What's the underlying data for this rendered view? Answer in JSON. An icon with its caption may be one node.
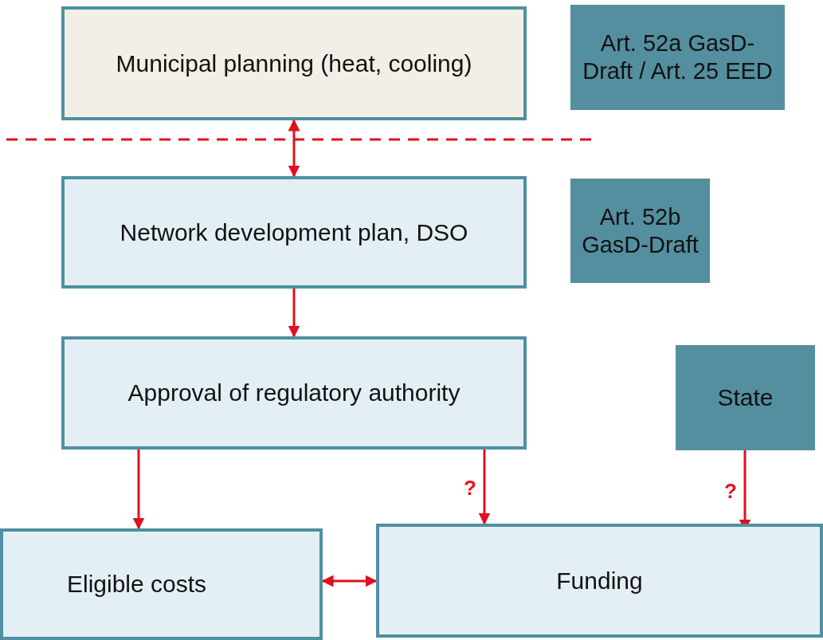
{
  "diagram": {
    "nodes": [
      {
        "text": [
          "Municipal planning (heat, cooling)"
        ]
      },
      {
        "text": [
          "Art. 52a GasD-Draft / Art. 25 EED"
        ]
      },
      {
        "text": [
          "Network development plan, DSO"
        ]
      },
      {
        "text": [
          "Art. 52b GasD-Draft"
        ]
      },
      {
        "text": [
          "Approval of regulatory authority"
        ]
      },
      {
        "text": [
          "State"
        ]
      },
      {
        "text": [
          "Eligible costs"
        ]
      },
      {
        "text": [
          "Funding"
        ]
      }
    ],
    "edges": [
      {
        "from": 0,
        "to": 2,
        "arrow": "both"
      },
      {
        "from": 2,
        "to": 4,
        "arrow": "to"
      },
      {
        "from": 4,
        "to": 6,
        "arrow": "to"
      },
      {
        "from": 4,
        "to": 7,
        "arrow": "to",
        "label": "?"
      },
      {
        "from": 5,
        "to": 7,
        "arrow": "to",
        "label": "?"
      },
      {
        "from": 6,
        "to": 7,
        "arrow": "both"
      }
    ]
  }
}
